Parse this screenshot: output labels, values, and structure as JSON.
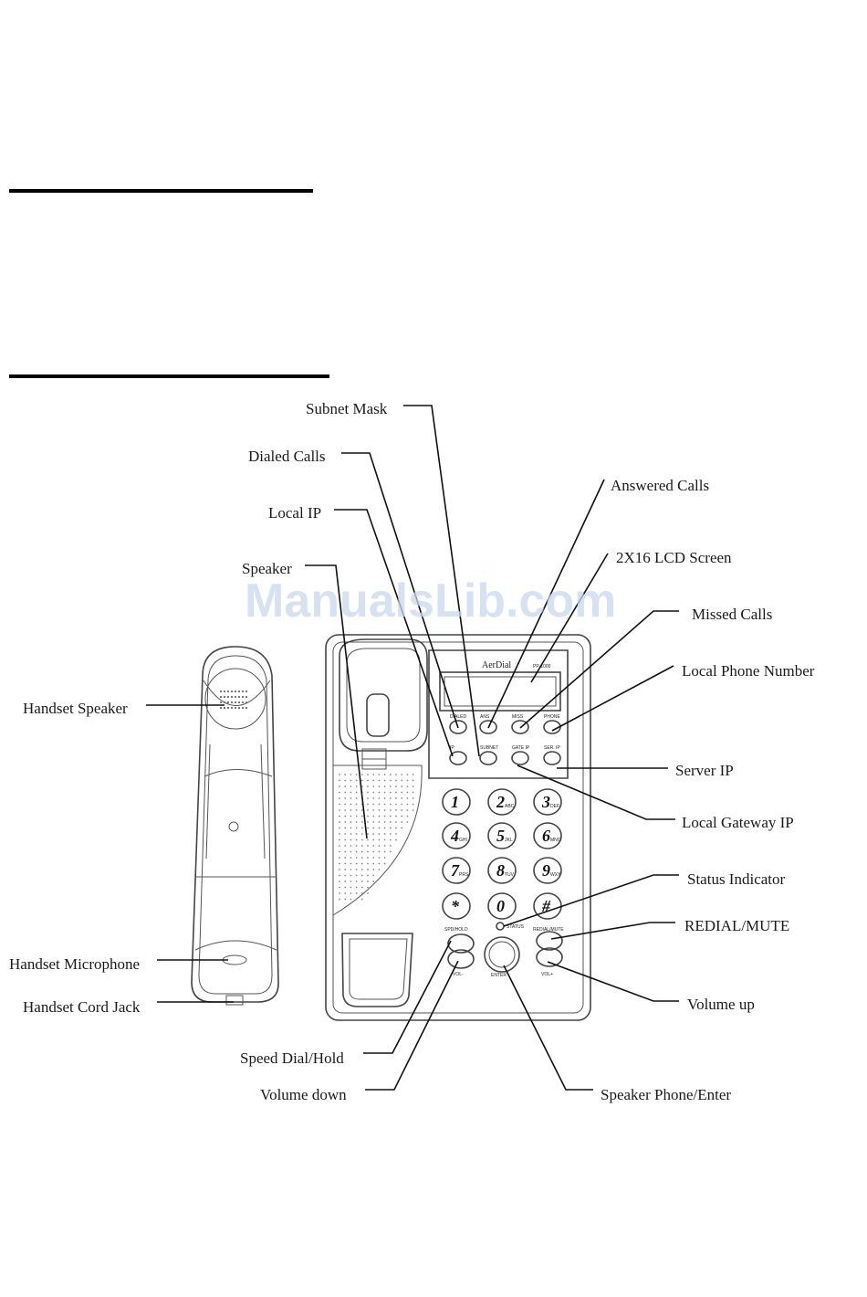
{
  "watermark": "ManualsLib.com",
  "callouts": {
    "subnet_mask": "Subnet Mask",
    "dialed_calls": "Dialed Calls",
    "answered_calls": "Answered Calls",
    "local_ip": "Local IP",
    "lcd_screen": "2X16  LCD Screen",
    "speaker": "Speaker",
    "missed_calls": "Missed Calls",
    "local_phone_number": "Local Phone Number",
    "handset_speaker": "Handset Speaker",
    "server_ip": "Server IP",
    "local_gateway_ip": "Local Gateway IP",
    "status_indicator": "Status Indicator",
    "redial_mute": "REDIAL/MUTE",
    "handset_microphone": "Handset Microphone",
    "volume_up": "Volume up",
    "handset_cord_jack": "Handset Cord Jack",
    "speed_dial_hold": "Speed Dial/Hold",
    "volume_down": "Volume down",
    "speaker_phone_enter": "Speaker Phone/Enter"
  },
  "phone": {
    "brand": "AerDial",
    "model": "PP-1000",
    "function_keys": [
      "DIALED",
      "ANS",
      "MISS",
      "PHONE",
      "IP",
      "SUBNET",
      "GATE IP",
      "SER. IP"
    ],
    "keypad": [
      "1",
      "2",
      "3",
      "4",
      "5",
      "6",
      "7",
      "8",
      "9",
      "*",
      "0",
      "#"
    ],
    "keypad_letters": [
      "",
      "ABC",
      "DEF",
      "GHI",
      "JKL",
      "MNO",
      "PRS",
      "TUV",
      "WXY",
      "",
      "",
      ""
    ],
    "spd_hold_label": "SPD/HOLD",
    "vol_down_label": "VOL-",
    "redial_label": "REDIAL/MUTE",
    "vol_up_label": "VOL+",
    "status_label": "STATUS",
    "enter_label": "ENTER"
  }
}
